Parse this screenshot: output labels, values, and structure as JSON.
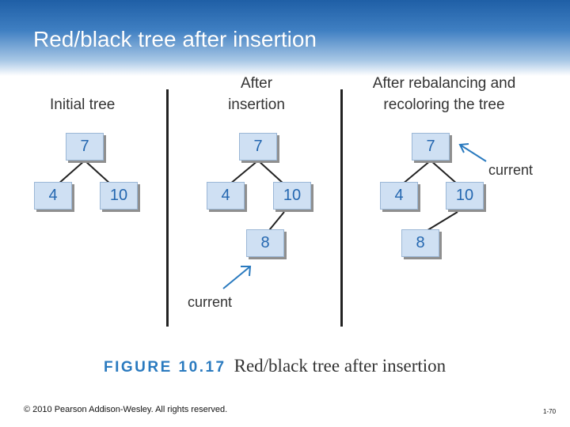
{
  "slide": {
    "title": "Red/black tree after insertion",
    "footer_left": "© 2010 Pearson Addison-Wesley. All rights reserved.",
    "footer_right": "1-70"
  },
  "figure": {
    "panels": [
      {
        "heading": [
          "Initial tree"
        ],
        "nodes": [
          "7",
          "4",
          "10"
        ],
        "edges": [
          [
            "7",
            "4"
          ],
          [
            "7",
            "10"
          ]
        ],
        "pointer_label": ""
      },
      {
        "heading": [
          "After",
          "insertion"
        ],
        "nodes": [
          "7",
          "4",
          "10",
          "8"
        ],
        "edges": [
          [
            "7",
            "4"
          ],
          [
            "7",
            "10"
          ],
          [
            "10",
            "8"
          ]
        ],
        "pointer_label": "current",
        "pointer_target": "8"
      },
      {
        "heading": [
          "After rebalancing and",
          "recoloring the tree"
        ],
        "nodes": [
          "7",
          "4",
          "10",
          "8"
        ],
        "edges": [
          [
            "7",
            "4"
          ],
          [
            "7",
            "10"
          ],
          [
            "10",
            "8"
          ]
        ],
        "pointer_label": "current",
        "pointer_target": "7"
      }
    ],
    "caption_label": "FIGURE 10.17",
    "caption_text": "Red/black tree after insertion"
  },
  "colors": {
    "node_fill": "#cfe0f3",
    "node_text": "#2467b0",
    "arrow": "#2a7abf",
    "caption_label": "#2a7abf"
  }
}
